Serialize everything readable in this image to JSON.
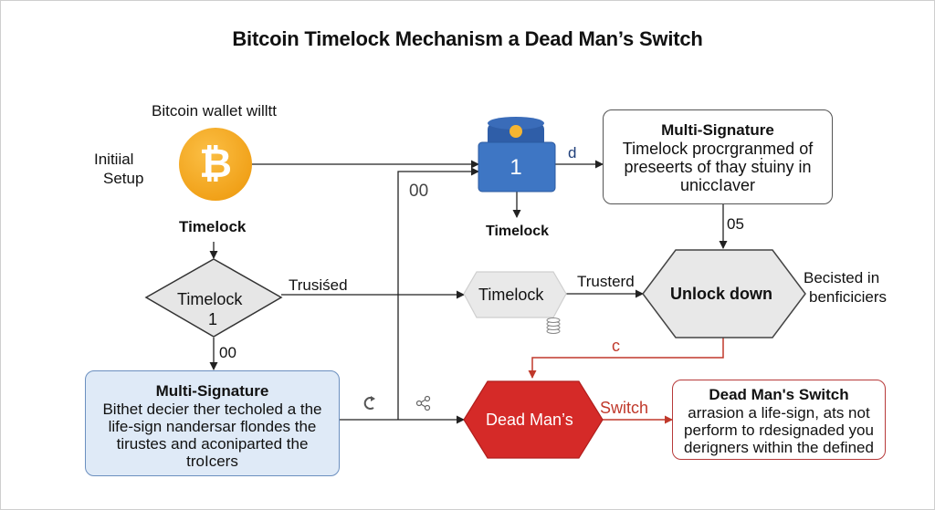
{
  "title": "Bitcoin Timelock Mechanism a Dead Man’s Switch",
  "wallet_caption": "Bitcoin wallet willtt",
  "initial_setup": [
    "Initiial",
    "Setup"
  ],
  "bitcoin_symbol": "₿",
  "timelock_label_left": "Timelock",
  "diamond_left": {
    "line1": "Timelock",
    "line2": "1"
  },
  "label_00_left": "00",
  "label_trusted_left": "Trusiśed",
  "multisig_left": {
    "heading": "Multi-Signature",
    "lines": [
      "Bithet decier ther techoled a the",
      "life-sign nandersar flondes the",
      "tirustes and aconiparted the",
      "troIcers"
    ]
  },
  "device_number": "1",
  "label_d": "d",
  "label_00_mid": "00",
  "timelock_label_mid": "Timelock",
  "pill_mid": "Timelock",
  "label_trusted_right": "Trusterd",
  "multisig_top": {
    "heading": "Multi-Signature",
    "lines": [
      "Timelock procrgranmed of",
      "preseerts of thay sṫuiny in",
      "uniccIaver"
    ]
  },
  "label_05": "05",
  "unlock": "Unlock down",
  "beneficiaries": [
    "Becisted in",
    "benficiciers"
  ],
  "label_c": "c",
  "dead_mans": "Dead Man’s",
  "switch_label": "Switch",
  "dms_box": {
    "heading": "Dead Man's Switch",
    "lines": [
      "arrasion a life-sign, ats not",
      "perform to rdesignaded you",
      "derigners within the defined"
    ]
  },
  "colors": {
    "bitcoin_orange": "#f1a21a",
    "device_blue": "#3e76c4",
    "device_yellow": "#f5b532",
    "dead_mans_red": "#d52a28",
    "arrow_red": "#c0392b",
    "multisig_blue_fill": "#dfeaf7",
    "gray_shape": "#e6e6e6"
  },
  "icons": [
    "bitcoin-icon",
    "hardware-wallet-icon",
    "coin-stack-icon",
    "refresh-icon",
    "share-icon"
  ]
}
